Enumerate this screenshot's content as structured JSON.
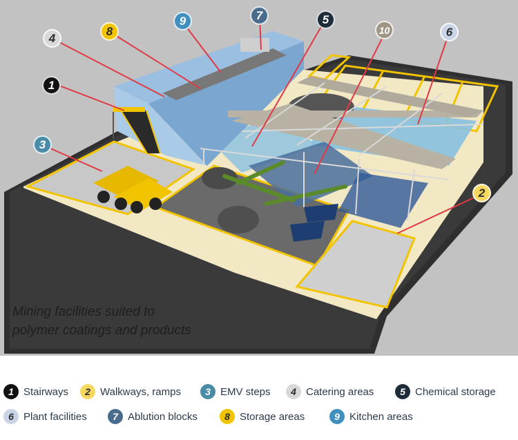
{
  "caption": {
    "line1": "Mining facilities suited to",
    "line2": "polymer coatings and products"
  },
  "markers": [
    {
      "num": "1",
      "bg": "#111111",
      "fg": "#ffffff"
    },
    {
      "num": "2",
      "bg": "#f6d860",
      "fg": "#2b2b2b"
    },
    {
      "num": "3",
      "bg": "#4a8ba7",
      "fg": "#ffffff"
    },
    {
      "num": "4",
      "bg": "#d8d8d8",
      "fg": "#2b2b2b"
    },
    {
      "num": "5",
      "bg": "#1e2b38",
      "fg": "#ffffff"
    },
    {
      "num": "6",
      "bg": "#c9d5e6",
      "fg": "#2b2b2b"
    },
    {
      "num": "7",
      "bg": "#4a6c8c",
      "fg": "#ffffff"
    },
    {
      "num": "8",
      "bg": "#f2c400",
      "fg": "#2b2b2b"
    },
    {
      "num": "9",
      "bg": "#3f8fbf",
      "fg": "#ffffff"
    },
    {
      "num": "10",
      "bg": "#a09686",
      "fg": "#ffffff"
    }
  ],
  "legend": [
    {
      "num": "1",
      "label": "Stairways",
      "bg": "#111111",
      "fg": "#ffffff"
    },
    {
      "num": "2",
      "label": "Walkways, ramps",
      "bg": "#f6d860",
      "fg": "#2b2b2b"
    },
    {
      "num": "3",
      "label": "EMV steps",
      "bg": "#4a8ba7",
      "fg": "#ffffff"
    },
    {
      "num": "4",
      "label": "Catering areas",
      "bg": "#d8d8d8",
      "fg": "#2b2b2b"
    },
    {
      "num": "5",
      "label": "Chemical storage",
      "bg": "#1e2b38",
      "fg": "#ffffff"
    },
    {
      "num": "6",
      "label": "Plant facilities",
      "bg": "#c9d5e6",
      "fg": "#2b2b2b"
    },
    {
      "num": "7",
      "label": "Ablution blocks",
      "bg": "#4a6c8c",
      "fg": "#ffffff"
    },
    {
      "num": "8",
      "label": "Storage areas",
      "bg": "#f2c400",
      "fg": "#2b2b2b"
    },
    {
      "num": "9",
      "label": "Kitchen areas",
      "bg": "#3f8fbf",
      "fg": "#ffffff"
    }
  ]
}
